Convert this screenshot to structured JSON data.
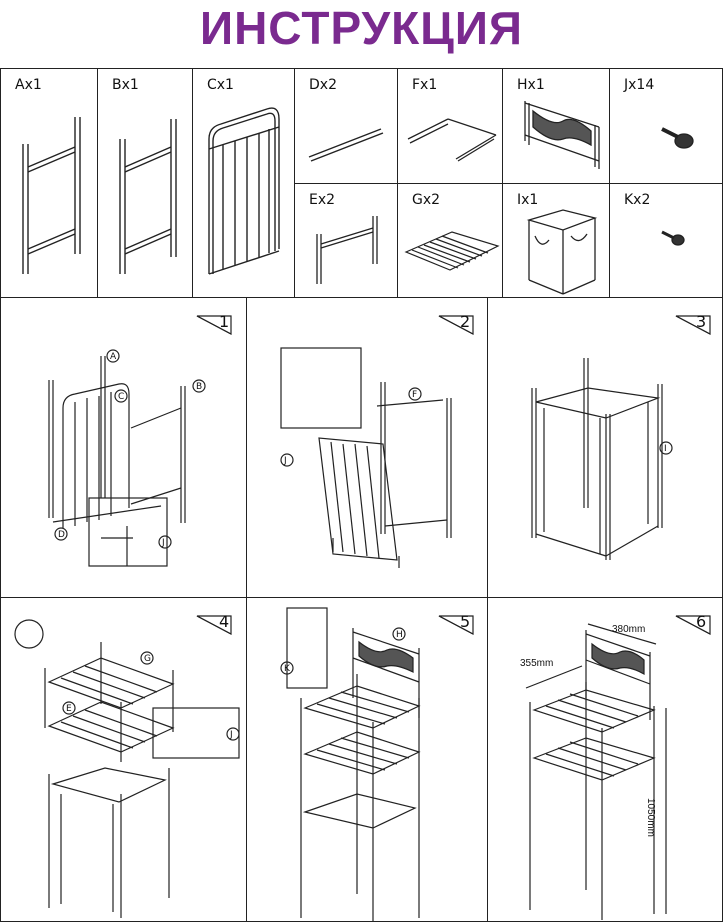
{
  "title": "ИНСТРУКЦИЯ",
  "parts": [
    {
      "label": "Ax1"
    },
    {
      "label": "Bx1"
    },
    {
      "label": "Cx1"
    },
    {
      "label": "Dx2"
    },
    {
      "label": "Fx1"
    },
    {
      "label": "Hx1"
    },
    {
      "label": "Jx14"
    },
    {
      "label": "Ex2"
    },
    {
      "label": "Gx2"
    },
    {
      "label": "Ix1"
    },
    {
      "label": "Kx2"
    }
  ],
  "steps": [
    {
      "number": "1",
      "callouts": [
        "A",
        "B",
        "C",
        "D",
        "J"
      ]
    },
    {
      "number": "2",
      "callouts": [
        "J",
        "F"
      ]
    },
    {
      "number": "3",
      "callouts": [
        "I"
      ]
    },
    {
      "number": "4",
      "callouts": [
        "E",
        "G",
        "J"
      ]
    },
    {
      "number": "5",
      "callouts": [
        "H",
        "K"
      ]
    },
    {
      "number": "6",
      "dimensions": {
        "width": "380mm",
        "depth": "355mm",
        "height": "1050mm"
      }
    }
  ],
  "colors": {
    "title": "#7a2a8f",
    "line": "#222222"
  }
}
